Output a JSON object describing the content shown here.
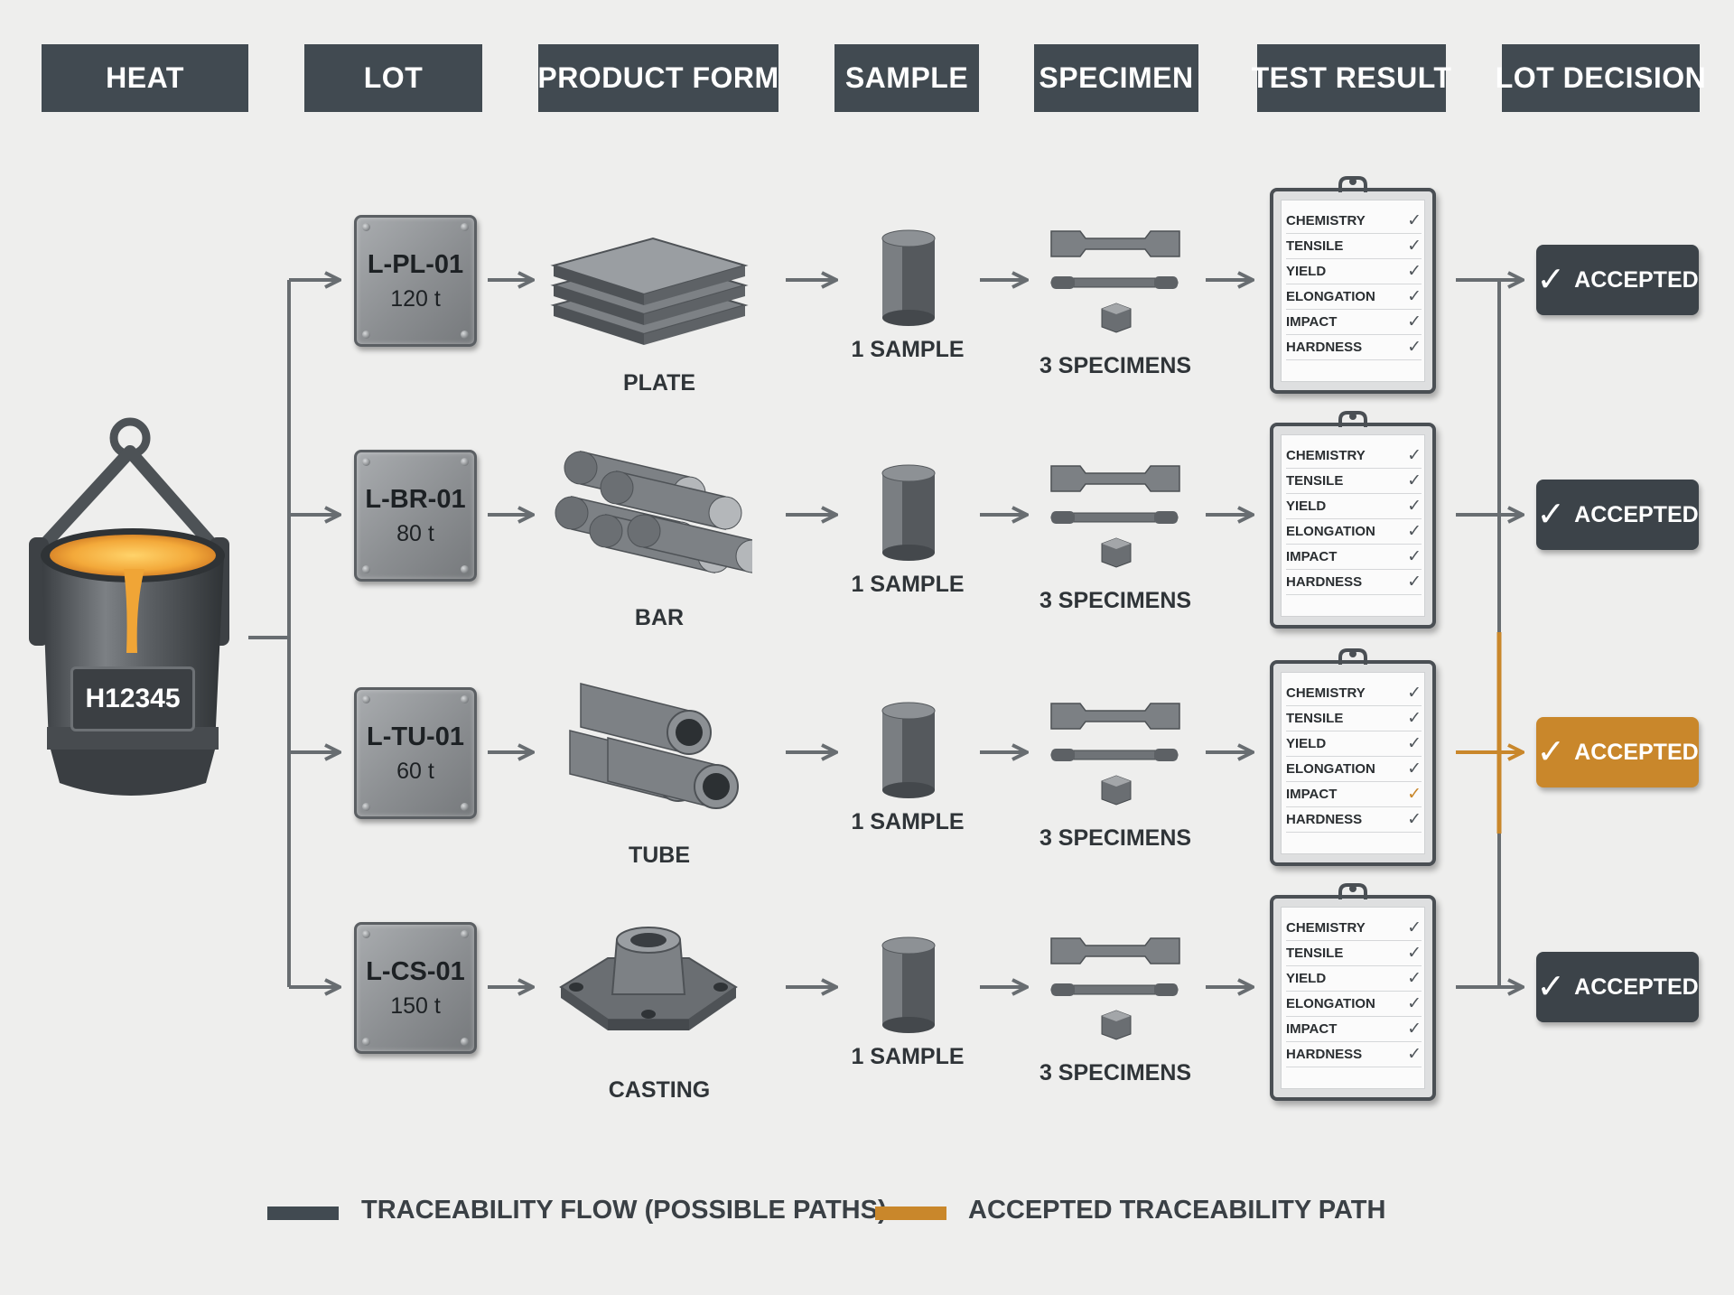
{
  "headers": [
    "HEAT",
    "LOT",
    "PRODUCT FORM",
    "SAMPLE",
    "SPECIMEN",
    "TEST RESULT",
    "LOT DECISION"
  ],
  "heat": {
    "id": "H12345"
  },
  "rows": [
    {
      "lot_id": "L-PL-01",
      "lot_tonnage": "120 t",
      "product_form": "PLATE",
      "sample": "1 SAMPLE",
      "specimens": "3 SPECIMENS",
      "tests": [
        {
          "name": "CHEMISTRY",
          "mark": "✓"
        },
        {
          "name": "TENSILE",
          "mark": "✓"
        },
        {
          "name": "YIELD",
          "mark": "✓"
        },
        {
          "name": "ELONGATION",
          "mark": "✓"
        },
        {
          "name": "IMPACT",
          "mark": "✓"
        },
        {
          "name": "HARDNESS",
          "mark": "✓"
        }
      ],
      "decision": "ACCEPTED",
      "highlighted": false
    },
    {
      "lot_id": "L-BR-01",
      "lot_tonnage": "80 t",
      "product_form": "BAR",
      "sample": "1 SAMPLE",
      "specimens": "3 SPECIMENS",
      "tests": [
        {
          "name": "CHEMISTRY",
          "mark": "✓"
        },
        {
          "name": "TENSILE",
          "mark": "✓"
        },
        {
          "name": "YIELD",
          "mark": "✓"
        },
        {
          "name": "ELONGATION",
          "mark": "✓"
        },
        {
          "name": "IMPACT",
          "mark": "✓"
        },
        {
          "name": "HARDNESS",
          "mark": "✓"
        }
      ],
      "decision": "ACCEPTED",
      "highlighted": false
    },
    {
      "lot_id": "L-TU-01",
      "lot_tonnage": "60 t",
      "product_form": "TUBE",
      "sample": "1 SAMPLE",
      "specimens": "3 SPECIMENS",
      "tests": [
        {
          "name": "CHEMISTRY",
          "mark": "✓"
        },
        {
          "name": "TENSILE",
          "mark": "✓"
        },
        {
          "name": "YIELD",
          "mark": "✓"
        },
        {
          "name": "ELONGATION",
          "mark": "✓"
        },
        {
          "name": "IMPACT",
          "mark": "✓"
        },
        {
          "name": "HARDNESS",
          "mark": "✓"
        }
      ],
      "decision": "ACCEPTED",
      "highlighted": true
    },
    {
      "lot_id": "L-CS-01",
      "lot_tonnage": "150 t",
      "product_form": "CASTING",
      "sample": "1 SAMPLE",
      "specimens": "3 SPECIMENS",
      "tests": [
        {
          "name": "CHEMISTRY",
          "mark": "✓"
        },
        {
          "name": "TENSILE",
          "mark": "✓"
        },
        {
          "name": "YIELD",
          "mark": "✓"
        },
        {
          "name": "ELONGATION",
          "mark": "✓"
        },
        {
          "name": "IMPACT",
          "mark": "✓"
        },
        {
          "name": "HARDNESS",
          "mark": "✓"
        }
      ],
      "decision": "ACCEPTED",
      "highlighted": false
    }
  ],
  "legend": [
    {
      "label": "TRACEABILITY FLOW (POSSIBLE PATHS)",
      "color": "#414a51"
    },
    {
      "label": "ACCEPTED TRACEABILITY PATH",
      "color": "#c9872b"
    }
  ],
  "colors": {
    "flow": "#414a51",
    "accent": "#c9872b",
    "header": "#414a51"
  }
}
